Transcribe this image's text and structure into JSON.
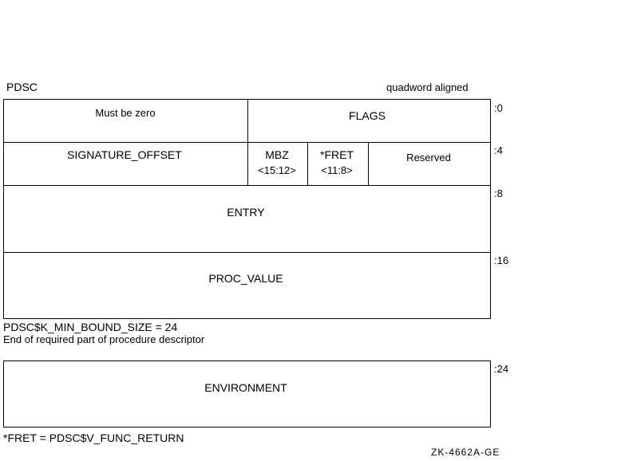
{
  "header": {
    "structure_name": "PDSC",
    "alignment_note": "quadword aligned"
  },
  "rows": {
    "row0": {
      "left_label": "Must be zero",
      "right_label": "FLAGS",
      "offset": ":0"
    },
    "row1": {
      "signature_label": "SIGNATURE_OFFSET",
      "mbz_label": "MBZ",
      "mbz_bits": "<15:12>",
      "fret_label": "*FRET",
      "fret_bits": "<11:8>",
      "reserved_label": "Reserved",
      "offset": ":4"
    },
    "row2": {
      "label": "ENTRY",
      "offset": ":8"
    },
    "row3": {
      "label": "PROC_VALUE",
      "offset": ":16"
    },
    "row4": {
      "label": "ENVIRONMENT",
      "offset": ":24"
    }
  },
  "notes": {
    "min_bound_size": "PDSC$K_MIN_BOUND_SIZE = 24",
    "end_required": "End of required part of procedure descriptor",
    "fret_footnote": "*FRET = PDSC$V_FUNC_RETURN"
  },
  "figure_code": "ZK-4662A-GE"
}
